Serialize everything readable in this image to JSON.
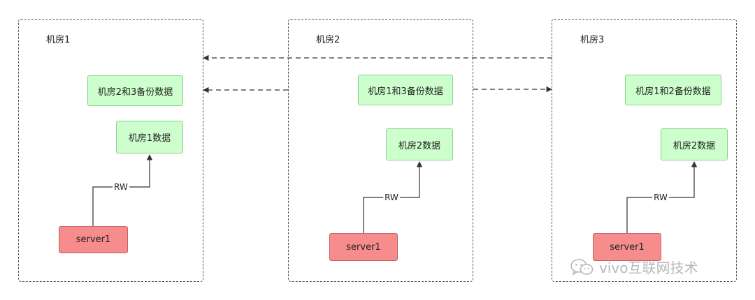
{
  "rooms": [
    {
      "label": "机房1",
      "backup_label": "机房2和3备份数据",
      "data_label": "机房1数据",
      "server_label": "server1",
      "edge_label": "RW"
    },
    {
      "label": "机房2",
      "backup_label": "机房1和3备份数据",
      "data_label": "机房2数据",
      "server_label": "server1",
      "edge_label": "RW"
    },
    {
      "label": "机房3",
      "backup_label": "机房1和2备份数据",
      "data_label": "机房2数据",
      "server_label": "server1",
      "edge_label": "RW"
    }
  ],
  "colors": {
    "data_node_fill": "#ccffcc",
    "server_node_fill": "#f68c8c",
    "border": "#555555"
  },
  "watermark": {
    "text": "vivo互联网技术",
    "icon": "wechat-icon"
  }
}
